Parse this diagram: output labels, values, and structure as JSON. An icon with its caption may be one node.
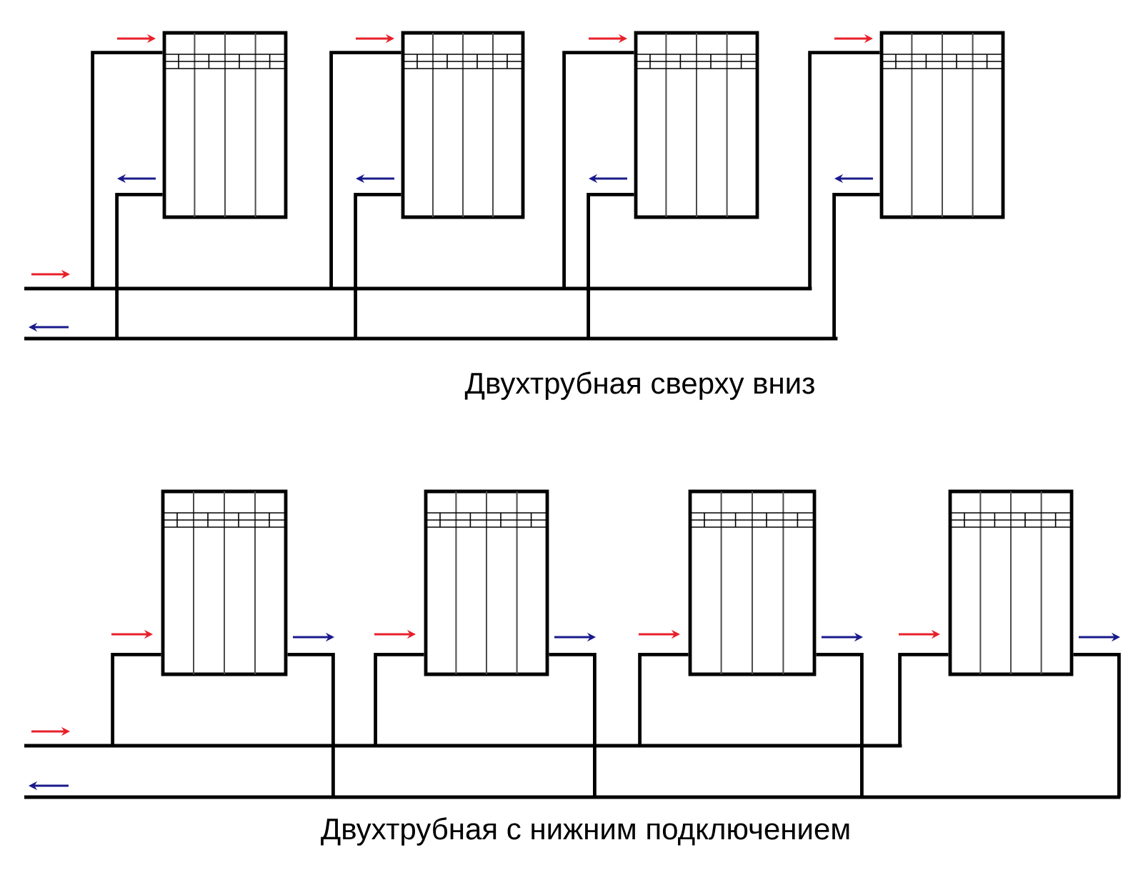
{
  "diagram": {
    "nodes": [
      {
        "text": [],
        "shape": "radiator"
      },
      {
        "text": [],
        "shape": "radiator"
      },
      {
        "text": [],
        "shape": "radiator"
      },
      {
        "text": [],
        "shape": "radiator"
      },
      {
        "text": [],
        "shape": "bar"
      },
      {
        "text": [],
        "shape": "bar"
      },
      {
        "text": [],
        "shape": "radiator"
      },
      {
        "text": [],
        "shape": "radiator"
      },
      {
        "text": [],
        "shape": "radiator"
      },
      {
        "text": [],
        "shape": "radiator"
      },
      {
        "text": [],
        "shape": "bar"
      },
      {
        "text": [],
        "shape": "bar"
      }
    ],
    "edges": [
      {
        "from": 4,
        "to": 0,
        "arrow": "none"
      },
      {
        "from": 0,
        "to": 5,
        "arrow": "none"
      },
      {
        "from": 4,
        "to": 1,
        "arrow": "none"
      },
      {
        "from": 1,
        "to": 5,
        "arrow": "none"
      },
      {
        "from": 4,
        "to": 2,
        "arrow": "none"
      },
      {
        "from": 2,
        "to": 5,
        "arrow": "none"
      },
      {
        "from": 4,
        "to": 3,
        "arrow": "none"
      },
      {
        "from": 3,
        "to": 5,
        "arrow": "none"
      },
      {
        "from": 10,
        "to": 6,
        "arrow": "none"
      },
      {
        "from": 6,
        "to": 11,
        "arrow": "none"
      },
      {
        "from": 10,
        "to": 7,
        "arrow": "none"
      },
      {
        "from": 7,
        "to": 11,
        "arrow": "none"
      },
      {
        "from": 10,
        "to": 8,
        "arrow": "none"
      },
      {
        "from": 8,
        "to": 11,
        "arrow": "none"
      },
      {
        "from": 10,
        "to": 9,
        "arrow": "none"
      },
      {
        "from": 9,
        "to": 11,
        "arrow": "none"
      }
    ],
    "labels": [
      "Двухтрубная сверху вниз",
      "Двухтрубная с нижним подключением"
    ]
  }
}
